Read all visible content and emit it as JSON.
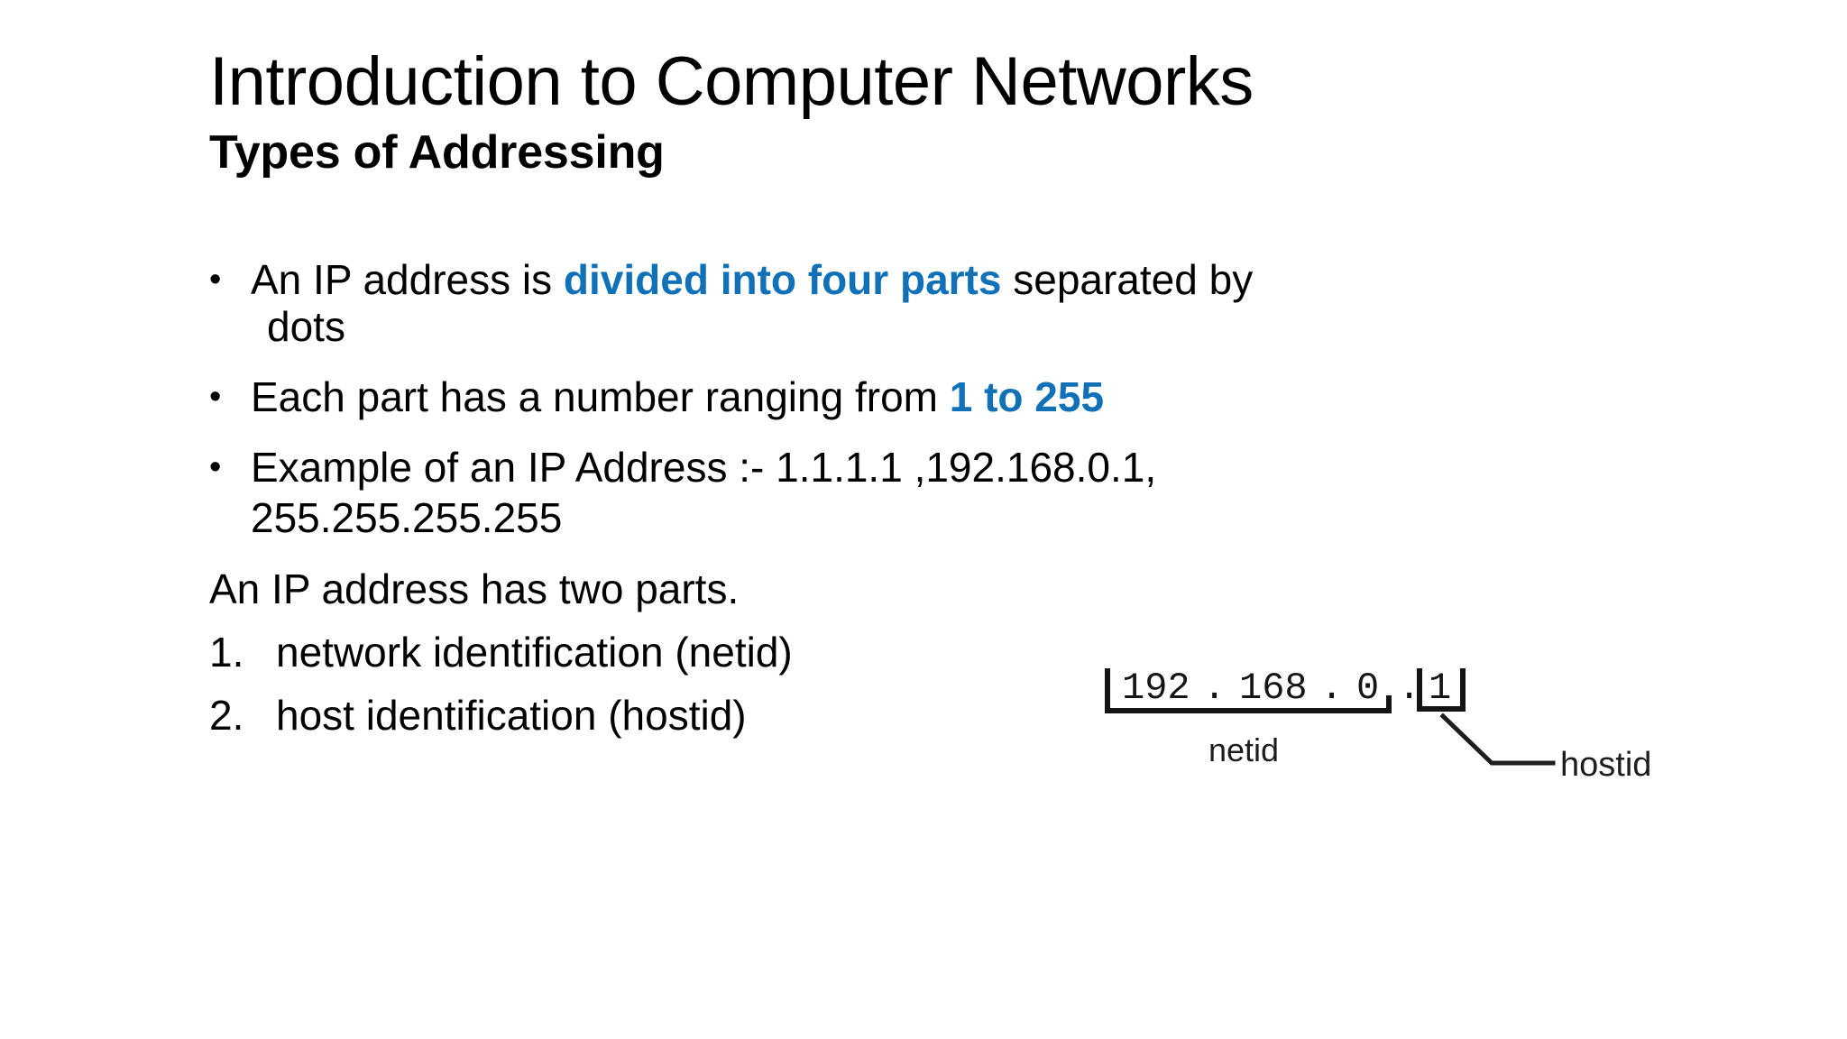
{
  "slide": {
    "title": "Introduction to Computer Networks",
    "subtitle": "Types of Addressing",
    "bullet_marker": "•",
    "bullets": [
      {
        "lead": "An IP address is ",
        "accent": "divided into four parts",
        "tail": " separated by",
        "wrap": "dots"
      },
      {
        "lead": "Each part has a number ranging from ",
        "accent": "1 to 255",
        "tail": "",
        "wrap": ""
      },
      {
        "lead": " Example of an IP Address :- 1.1.1.1 ,192.168.0.1,",
        "accent": "",
        "tail": "",
        "wrap": "255.255.255.255"
      }
    ],
    "statement": "An IP address has two parts.",
    "numbered": [
      {
        "marker": "1.",
        "label": "network identification (netid)"
      },
      {
        "marker": "2.",
        "label": "host identification (hostid)"
      }
    ]
  },
  "figure": {
    "octet1": "192",
    "dot1": ".",
    "octet2": "168",
    "dot2": ".",
    "octet3": "0",
    "dot3": ".",
    "octet4": "1",
    "netid_label": "netid",
    "hostid_label": "hostid"
  },
  "colors": {
    "accent_blue": "#1071B8",
    "text_black": "#000000",
    "background": "#FFFFFF",
    "figure_ink": "#1A1A1A"
  }
}
